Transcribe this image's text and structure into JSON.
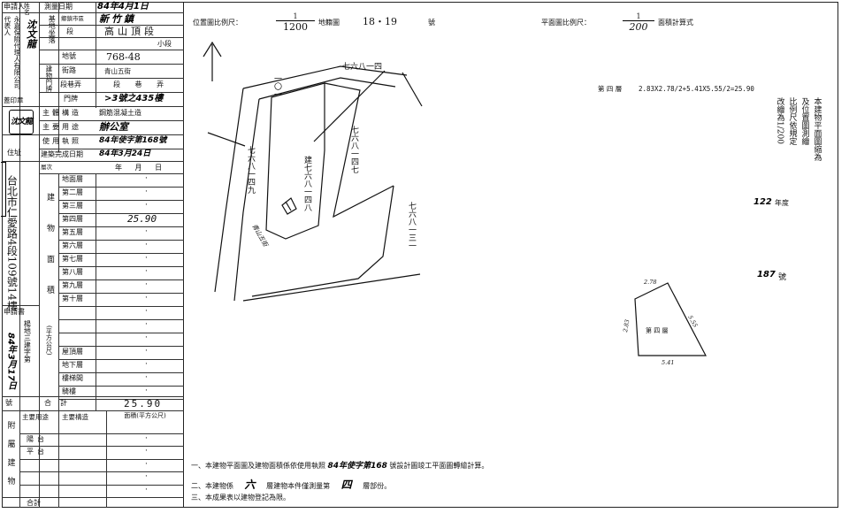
{
  "form": {
    "applicant_label": "申請人",
    "name_label": "姓名",
    "rep_label": "代表人",
    "applicant_name": "永嘉保險代理人有限公司",
    "applicant_rep": "沈文龍",
    "seal_label": "蓋印章",
    "seal_text": "沈文龍",
    "address_label": "住址",
    "address_value": "台北市仁愛路4段109號14樓",
    "survey_date_label": "測量日期",
    "survey_date_value": "84年4月1日",
    "base_label": "基地坐落",
    "town_label": "鄉鎮市區",
    "town_value": "新竹鎮",
    "section_label": "段",
    "section_value": "高山頂段",
    "subsection_label": "小段",
    "lot_label": "地號",
    "lot_value": "768-48",
    "building_label": "建物門牌",
    "street_label": "街路",
    "street_value": "青山五街",
    "lane_label": "段巷弄",
    "lane_value": "段 巷 弄",
    "number_label": "門牌",
    "number_value": ">3號之435樓",
    "structure_label": "主體構造",
    "structure_value": "鋼筋混凝土造",
    "use_label": "主要用途",
    "use_value": "辦公室",
    "permit_label": "使用執照",
    "permit_value": "84年使字第168號",
    "completion_label": "建築完成日期",
    "completion_value": "84年3月24日",
    "floor_header_label": "層次",
    "floor_date_label": "年 月 日",
    "area_group_label": "建物面積",
    "unit_label": "(平方公尺)",
    "floors": [
      {
        "name": "地面層",
        "area": "·"
      },
      {
        "name": "第二層",
        "area": "·"
      },
      {
        "name": "第三層",
        "area": "·"
      },
      {
        "name": "第四層",
        "area": "25.90"
      },
      {
        "name": "第五層",
        "area": "·"
      },
      {
        "name": "第六層",
        "area": "·"
      },
      {
        "name": "第七層",
        "area": "·"
      },
      {
        "name": "第八層",
        "area": "·"
      },
      {
        "name": "第九層",
        "area": "·"
      },
      {
        "name": "第十層",
        "area": "·"
      },
      {
        "name": "",
        "area": "·"
      },
      {
        "name": "",
        "area": "·"
      },
      {
        "name": "",
        "area": "·"
      },
      {
        "name": "屋頂層",
        "area": "·"
      },
      {
        "name": "地下層",
        "area": "·"
      },
      {
        "name": "樓梯間",
        "area": "·"
      },
      {
        "name": "騎樓",
        "area": "·"
      }
    ],
    "total_label": "合計",
    "total_value": "25.90",
    "appl_doc_label": "申請書",
    "appl_doc_value": "楊地三建字第",
    "appl_doc_date": "84年3月17日",
    "appl_doc_no_label": "號",
    "attach_label": "附屬建物",
    "attach_use_label": "主要用途",
    "attach_struct_label": "主要構造",
    "attach_area_label": "面積(平方公尺)",
    "attach_rows": [
      {
        "name": "陽台",
        "area": "·"
      },
      {
        "name": "平台",
        "area": "·"
      },
      {
        "name": "",
        "area": "·"
      },
      {
        "name": "",
        "area": "·"
      },
      {
        "name": "",
        "area": "·"
      }
    ],
    "attach_total_label": "合計"
  },
  "map": {
    "scale_label": "位置圖比例尺：",
    "scale_num": "1",
    "scale_den": "1200",
    "sheet_label": "地籍圖",
    "sheet_value": "18・19",
    "sheet_no_label": "號",
    "plan_scale_label": "平面圖比例尺：",
    "plan_scale_num": "1",
    "plan_scale_den": "200",
    "calc_label": "面積計算式",
    "calc_floor": "第 四 層",
    "calc_formula": "2.83X2.78/2+5.41X5.55/2=25.90",
    "lot_top": "七六八一四",
    "lot_left": "七六八一四九",
    "lot_main": "建七六八一四八",
    "lot_center": "七六八一四七",
    "lot_right": "七六八一三一",
    "lot_small": "一〇一",
    "road": "青山五街",
    "floor_label": "第 四 層",
    "dim_a": "2.78",
    "dim_b": "5.55",
    "dim_c": "2.83",
    "dim_d": "5.41",
    "note1": "一、本建物平面圖及建物面積係依使用執照",
    "note1_value": "84年使字第168",
    "note1_tail": "號設計圖竣工平面圖轉繪計算。",
    "note2": "二、本建物係",
    "note2_value1": "六",
    "note2_mid": "層建物本件僅測量第",
    "note2_value2": "四",
    "note2_tail": "層部份。",
    "note3": "三、本成果表以建物登記為限。",
    "side_col1": "本建物平面圖縮為",
    "side_col2": "及位置圖測繪",
    "side_col3": "比例尺依規定",
    "side_col4": "改繪為1/200",
    "side_num1": "122",
    "side_text1": "年度",
    "side_num2": "187",
    "side_text2": "號"
  }
}
